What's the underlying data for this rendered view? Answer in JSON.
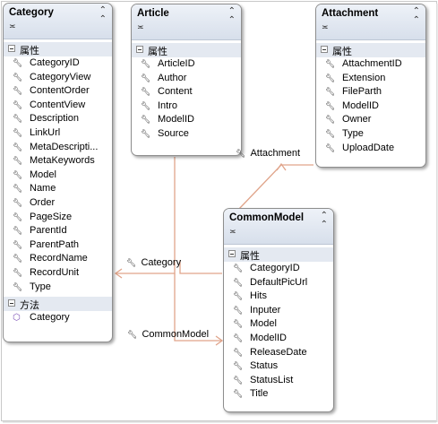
{
  "stereotype_glyph": "≍",
  "colors": {
    "connector": "#e0a48a",
    "header": "#dbe3ee",
    "border": "#8e8e8e"
  },
  "classes": {
    "category": {
      "name": "Category",
      "properties_label": "属性",
      "properties": [
        "CategoryID",
        "CategoryView",
        "ContentOrder",
        "ContentView",
        "Description",
        "LinkUrl",
        "MetaDescripti...",
        "MetaKeywords",
        "Model",
        "Name",
        "Order",
        "PageSize",
        "ParentId",
        "ParentPath",
        "RecordName",
        "RecordUnit",
        "Type"
      ],
      "methods_label": "方法",
      "methods": [
        "Category"
      ]
    },
    "article": {
      "name": "Article",
      "properties_label": "属性",
      "properties": [
        "ArticleID",
        "Author",
        "Content",
        "Intro",
        "ModelID",
        "Source"
      ]
    },
    "attachment": {
      "name": "Attachment",
      "properties_label": "属性",
      "properties": [
        "AttachmentID",
        "Extension",
        "FileParth",
        "ModelID",
        "Owner",
        "Type",
        "UploadDate"
      ]
    },
    "commonmodel": {
      "name": "CommonModel",
      "properties_label": "属性",
      "properties": [
        "CategoryID",
        "DefaultPicUrl",
        "Hits",
        "Inputer",
        "Model",
        "ModelID",
        "ReleaseDate",
        "Status",
        "StatusList",
        "Title"
      ]
    }
  },
  "associations": {
    "attachment": "Attachment",
    "category": "Category",
    "commonmodel": "CommonModel"
  }
}
